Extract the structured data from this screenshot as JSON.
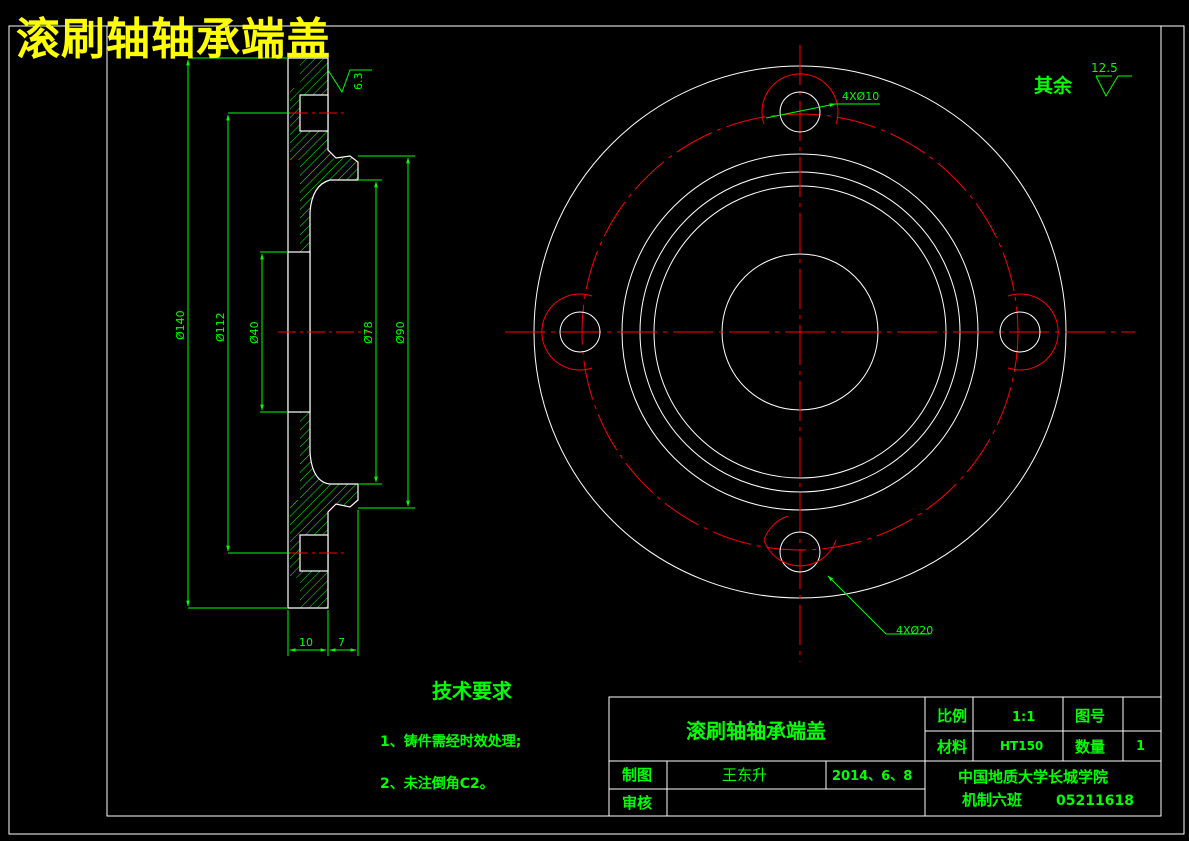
{
  "title": "滚刷轴轴承端盖",
  "roughness": {
    "rest_label": "其余",
    "rest_value": "12.5",
    "face_value": "6.3"
  },
  "dimensions": {
    "d140": "Ø140",
    "d112": "Ø112",
    "d40": "Ø40",
    "d78": "Ø78",
    "d90": "Ø90",
    "w10": "10",
    "w7": "7",
    "holes_small": "4XØ10",
    "holes_large": "4XØ20"
  },
  "tech": {
    "heading": "技术要求",
    "items": [
      "1、铸件需经时效处理;",
      "2、未注倒角C2。"
    ]
  },
  "title_block": {
    "part_name": "滚刷轴轴承端盖",
    "scale_label": "比例",
    "scale_value": "1:1",
    "drawing_no_label": "图号",
    "drawing_no_value": "",
    "material_label": "材料",
    "material_value": "HT150",
    "qty_label": "数量",
    "qty_value": "1",
    "drawn_label": "制图",
    "drawn_by": "王东升",
    "date": "2014、6、8",
    "check_label": "审核",
    "checker": "",
    "school": "中国地质大学长城学院",
    "class_name": "机制六班",
    "student_no": "05211618"
  }
}
